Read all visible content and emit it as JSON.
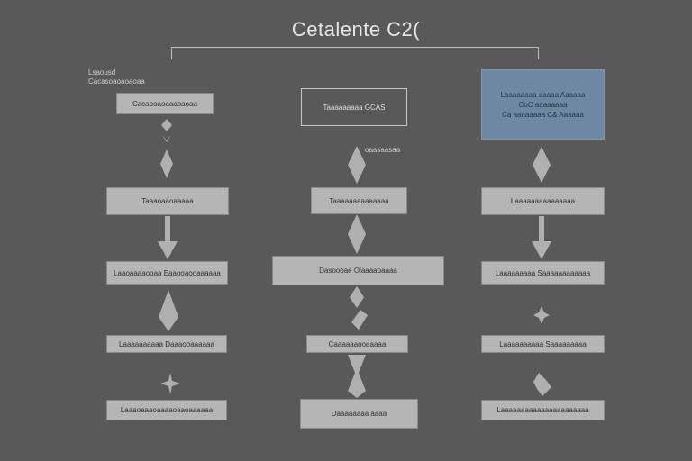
{
  "diagram": {
    "title": "Cetalente C2(",
    "side_notes": {
      "left": "Lsaousd\nCacasoaoaoaoaa",
      "middle": "oaasaasaa"
    },
    "columns": [
      {
        "boxes": [
          "Cacaooaoaaaoaoaa",
          "Taaaoaaoaaaaa",
          "Laaoaaaaooaa Eaaooaooaaaaaa",
          "Laaaaaaaaaa  Daaaooaaaaaa",
          "Laaaoaaaoaaaaoaaoaaaaaa"
        ]
      },
      {
        "boxes": [
          "Taaaaaaaaa GCAS",
          "Taaaaaaaaaaaaaa",
          "Dasoooae Olaaaaoaaaa",
          "Caaaaaaooaaaaa",
          "Daaaaaaaa aaaa"
        ]
      },
      {
        "boxes": [
          "Laaaaaaaa aaaaa  Aaaaaa\nCoC aaaaaaaa\nCa aaaaaaaa C& Aaaaaa",
          "Laaaaaaaaaaaaaaa",
          "Laaaaaaaaa Saaaaaaaaaaaa",
          "Laaaaaaaaaa  Saaaaaaaaa",
          "Laaaaaaaaaaaaaaaaaaaaaa"
        ]
      }
    ],
    "colors": {
      "background": "#595959",
      "box_fill": "#b5b5b5",
      "highlight_box": "#6e87a3",
      "connector": "#b0b0b0"
    }
  }
}
